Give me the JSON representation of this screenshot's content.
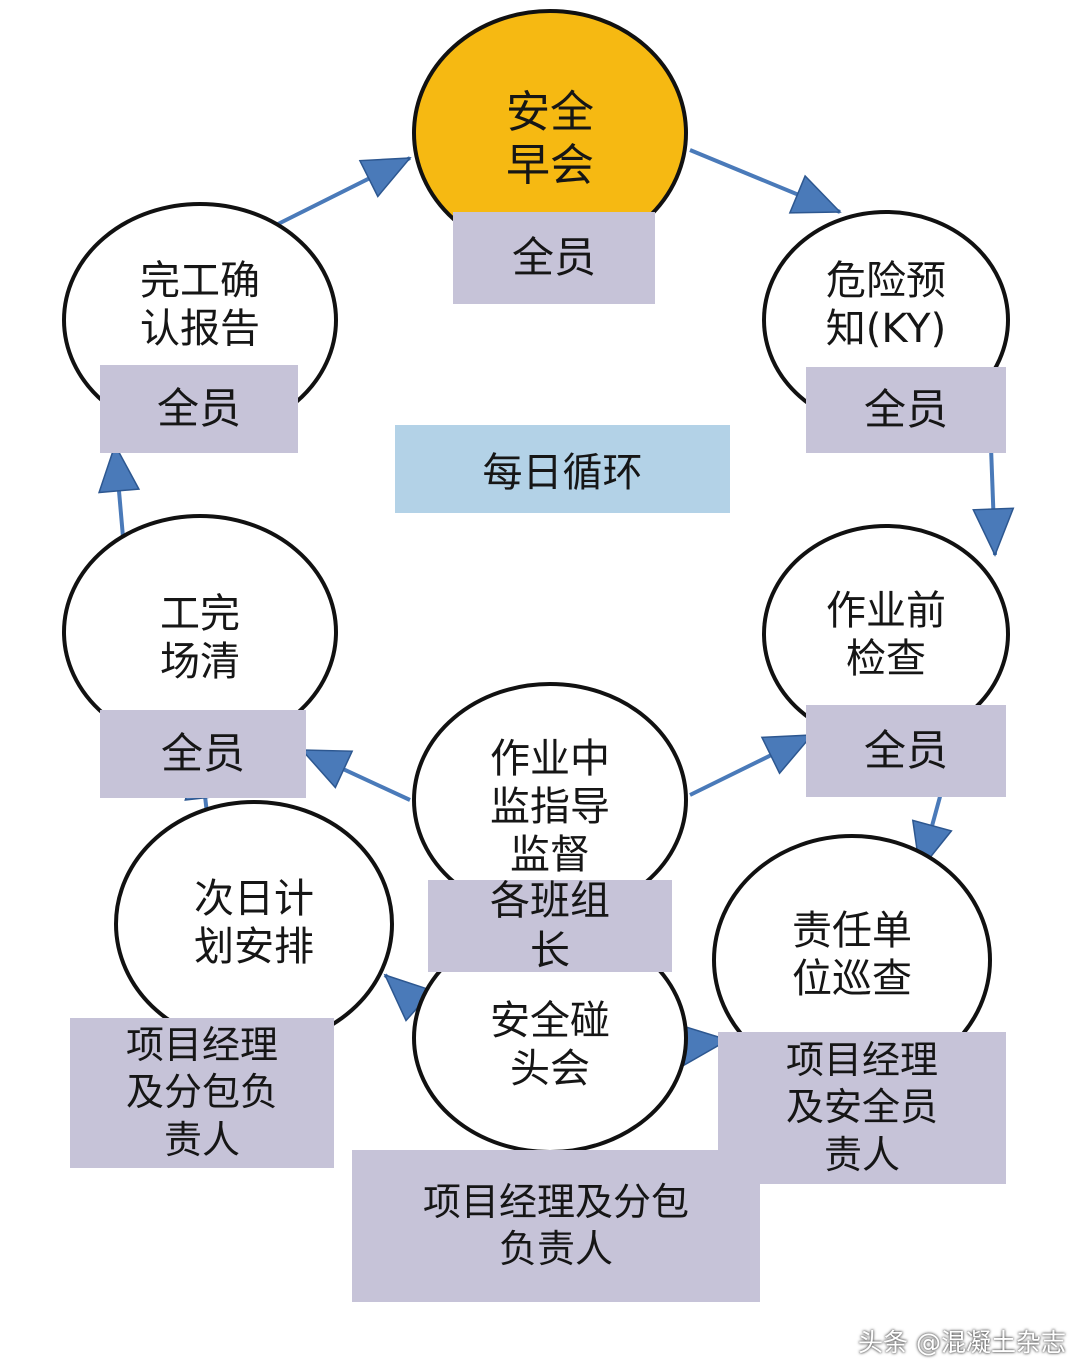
{
  "colors": {
    "arrow": "#4a7ab9",
    "highlight_node": "#f6b912",
    "node_fill": "#ffffff",
    "role_box": "#c6c3d8",
    "center_box": "#b3d2e7"
  },
  "center_label": "每日循环",
  "nodes": [
    {
      "id": "safety-morning-meeting",
      "label": "安全\n早会",
      "role": "全员"
    },
    {
      "id": "hazard-prediction",
      "label": "危险预\n知(KY)",
      "role": "全员"
    },
    {
      "id": "pre-work-inspection",
      "label": "作业前\n检查",
      "role": "全员"
    },
    {
      "id": "responsible-unit-patrol",
      "label": "责任单\n位巡查",
      "role": "项目经理\n及安全员\n责人"
    },
    {
      "id": "safety-briefing",
      "label": "安全碰\n头会",
      "role": "项目经理及分包\n负责人"
    },
    {
      "id": "next-day-plan",
      "label": "次日计\n划安排",
      "role": "项目经理\n及分包负\n责人"
    },
    {
      "id": "work-site-clear",
      "label": "工完\n场清",
      "role": "全员"
    },
    {
      "id": "completion-report",
      "label": "完工确\n认报告",
      "role": "全员"
    },
    {
      "id": "in-work-supervision",
      "label": "作业中\n监指导\n监督",
      "role": "各班组\n长"
    }
  ],
  "watermark": "头条 @混凝土杂志"
}
